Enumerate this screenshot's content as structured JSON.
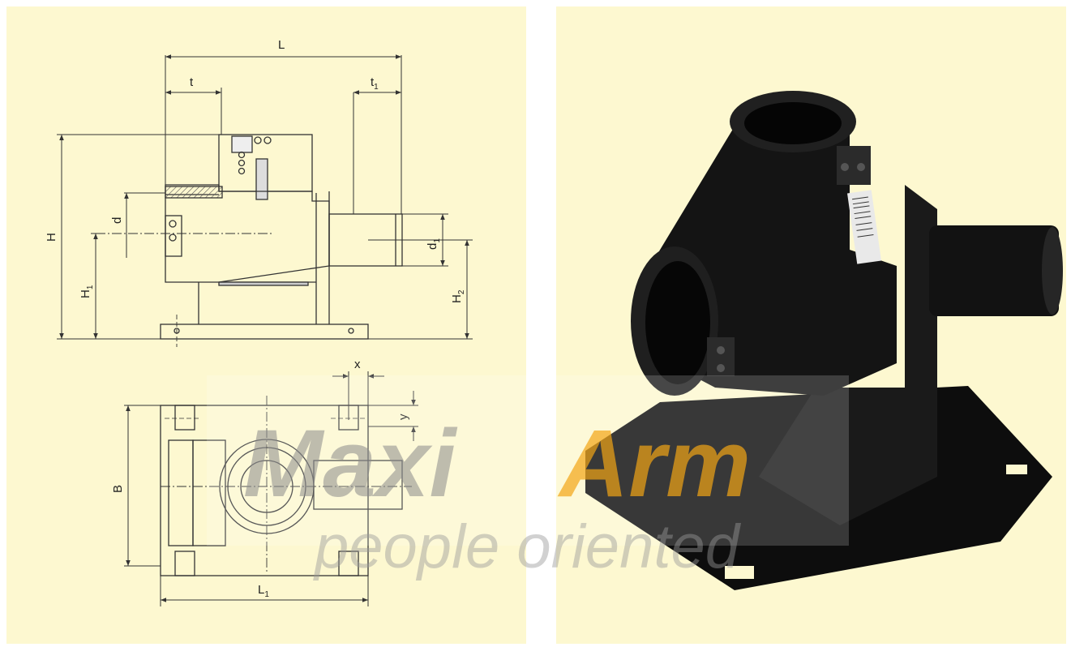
{
  "dimensions": {
    "L": "L",
    "t": "t",
    "t1": "t",
    "t1_sub": "1",
    "H": "H",
    "H1": "H",
    "H1_sub": "1",
    "H2": "H",
    "H2_sub": "2",
    "d": "d",
    "d1": "d",
    "d1_sub": "1",
    "x": "x",
    "y": "y",
    "B": "B",
    "L1": "L",
    "L1_sub": "1"
  },
  "watermark": {
    "brand_part1": "Maxi",
    "brand_part2": "Arm",
    "tagline": "people oriented"
  },
  "colors": {
    "panel_bg": "#fdf8d0",
    "line": "#333333",
    "part_dark": "#111111",
    "watermark_gray": "#8a8a8a",
    "watermark_orange": "#f2a516"
  }
}
